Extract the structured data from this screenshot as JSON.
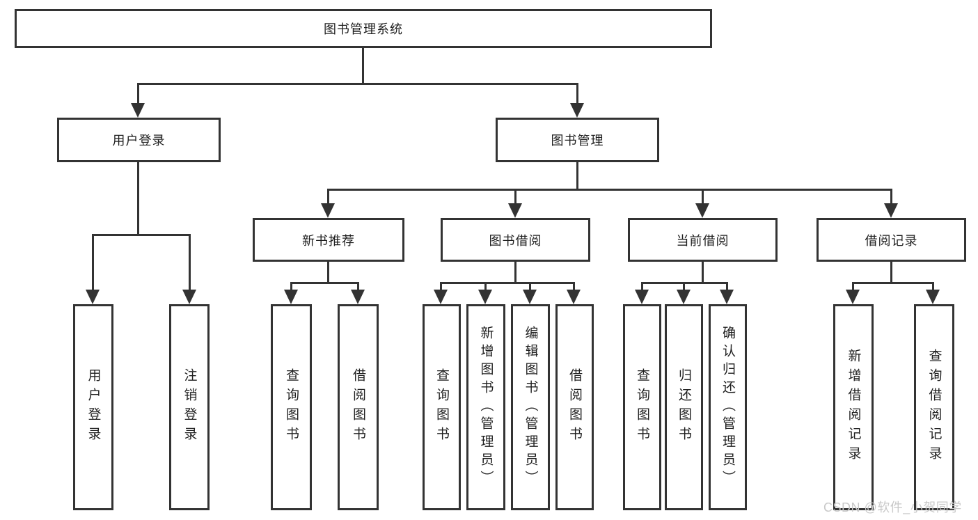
{
  "diagram": {
    "root": {
      "label": "图书管理系统"
    },
    "branches": [
      {
        "label": "用户登录",
        "children": [
          {
            "label": "用户登录"
          },
          {
            "label": "注销登录"
          }
        ]
      },
      {
        "label": "图书管理",
        "children": [
          {
            "label": "新书推荐",
            "children": [
              {
                "label": "查询图书"
              },
              {
                "label": "借阅图书"
              }
            ]
          },
          {
            "label": "图书借阅",
            "children": [
              {
                "label": "查询图书"
              },
              {
                "label": "新增图书（管理员）"
              },
              {
                "label": "编辑图书（管理员）"
              },
              {
                "label": "借阅图书"
              }
            ]
          },
          {
            "label": "当前借阅",
            "children": [
              {
                "label": "查询图书"
              },
              {
                "label": "归还图书"
              },
              {
                "label": "确认归还（管理员）"
              }
            ]
          },
          {
            "label": "借阅记录",
            "children": [
              {
                "label": "新增借阅记录"
              },
              {
                "label": "查询借阅记录"
              }
            ]
          }
        ]
      }
    ]
  },
  "watermark": {
    "text": "CSDN @软件_小贺同学"
  },
  "colors": {
    "line": "#333333",
    "background": "#ffffff",
    "text": "#1f1f1f",
    "watermark": "#c9c9c9"
  }
}
